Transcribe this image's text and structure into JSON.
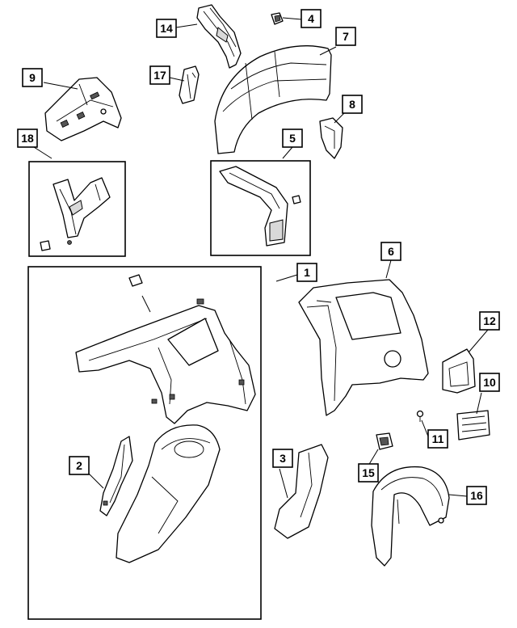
{
  "callouts": [
    {
      "label": "1"
    },
    {
      "label": "2"
    },
    {
      "label": "3"
    },
    {
      "label": "4"
    },
    {
      "label": "5"
    },
    {
      "label": "6"
    },
    {
      "label": "7"
    },
    {
      "label": "8"
    },
    {
      "label": "9"
    },
    {
      "label": "10"
    },
    {
      "label": "11"
    },
    {
      "label": "12"
    },
    {
      "label": "14"
    },
    {
      "label": "15"
    },
    {
      "label": "16"
    },
    {
      "label": "17"
    },
    {
      "label": "18"
    }
  ]
}
